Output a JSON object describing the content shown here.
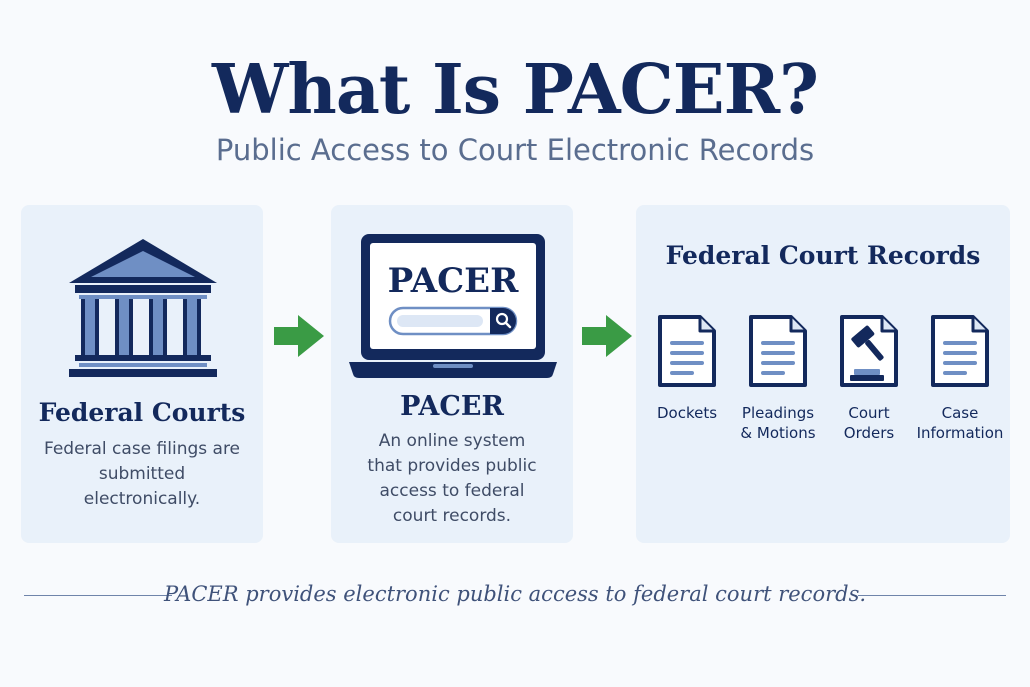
{
  "header": {
    "title": "What Is PACER?",
    "subtitle": "Public Access to Court Electronic Records"
  },
  "steps": [
    {
      "icon": "courthouse-icon",
      "title": "Federal Courts",
      "description": "Federal case filings are submitted electronically."
    },
    {
      "icon": "laptop-search-icon",
      "screen_text": "PACER",
      "title": "PACER",
      "description": "An online system that provides public access to federal court records."
    },
    {
      "title": "Federal Court Records",
      "records": [
        {
          "icon": "document-icon",
          "label": "Dockets"
        },
        {
          "icon": "document-icon",
          "label": "Pleadings\n& Motions"
        },
        {
          "icon": "gavel-document-icon",
          "label": "Court\nOrders"
        },
        {
          "icon": "document-icon",
          "label": "Case\nInformation"
        }
      ]
    }
  ],
  "arrows": {
    "icon": "arrow-right-icon",
    "color": "#3a9b45"
  },
  "footer": {
    "text": "PACER provides electronic public access to federal court records."
  },
  "colors": {
    "navy": "#13295c",
    "card_bg": "#e9f1fa",
    "icon_fill": "#6f8fc4",
    "accent_green": "#3a9b45"
  }
}
